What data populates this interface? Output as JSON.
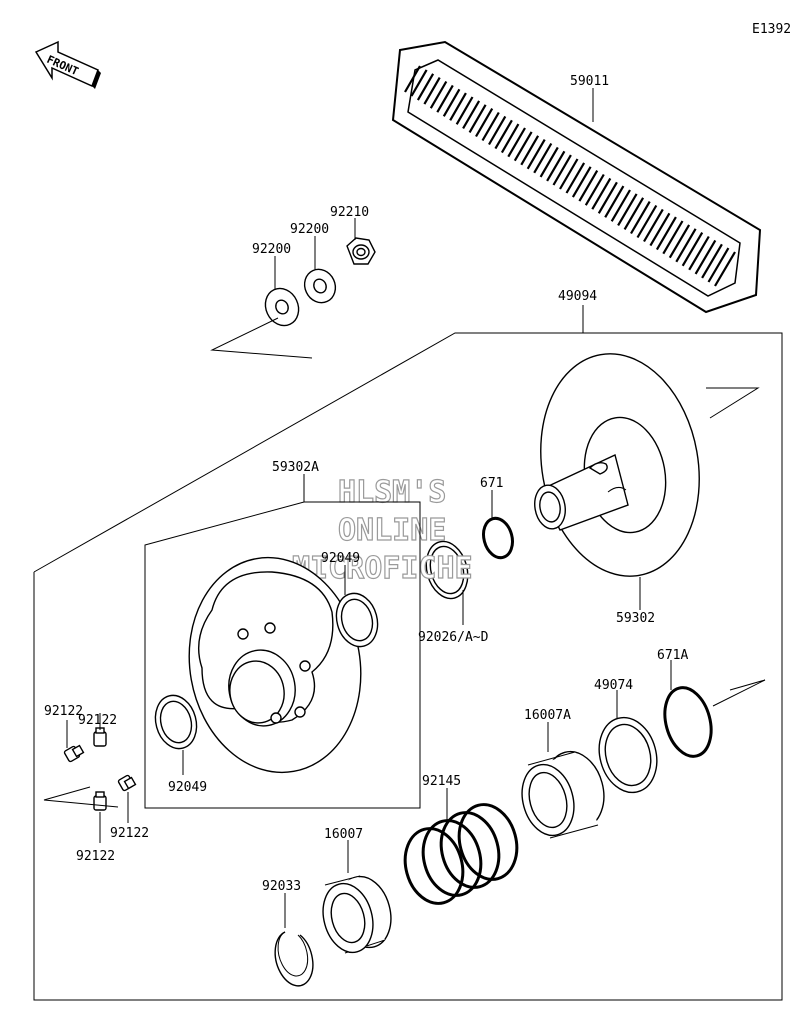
{
  "diagram_id": "E1392",
  "front_label": "FRONT",
  "watermark": [
    "HLSM'S",
    "ONLINE",
    "MICROFICHE"
  ],
  "parts": {
    "belt": "59011",
    "nut": "92210",
    "washer_upper": "92200",
    "washer_lower": "92200",
    "driven_assy": "49094",
    "sheave_fixed": "59302",
    "sheave_movable": "59302A",
    "oring_small": "671",
    "bushing_large": "92026/A~D",
    "bushing_upper": "92049",
    "bushing_lower": "92049",
    "oring_large": "671A",
    "cam_washer": "49074",
    "cam_a": "16007A",
    "spring": "92145",
    "cam": "16007",
    "circlip": "92033",
    "fitting_1": "92122",
    "fitting_2": "92122",
    "fitting_3": "92122",
    "fitting_4": "92122"
  }
}
